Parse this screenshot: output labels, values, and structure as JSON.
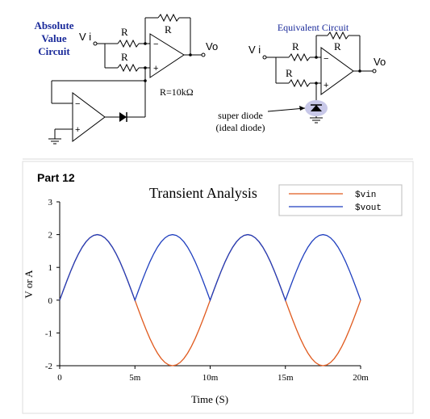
{
  "circuit": {
    "title_lines": [
      "Absolute",
      "Value",
      "Circuit"
    ],
    "equivalent_title": "Equivalent Circuit",
    "vin_label": "V i",
    "vout_label": "Vo",
    "resistor_label": "R",
    "resistance_note": "R=10kΩ",
    "opamp_minus": "−",
    "opamp_plus": "+",
    "super_diode_lines": [
      "super diode",
      "(ideal diode)"
    ]
  },
  "part_label": "Part 12",
  "colors": {
    "vin": "#e05a1e",
    "vout": "#1f3fbf",
    "circuit_title": "#1a2a9a",
    "highlight": "#c8c8e8"
  },
  "chart_data": {
    "type": "line",
    "title": "Transient Analysis",
    "xlabel": "Time (S)",
    "ylabel": "V or A",
    "xlim": [
      0,
      0.02
    ],
    "ylim": [
      -2,
      3
    ],
    "x_ticks": [
      0,
      0.005,
      0.01,
      0.015,
      0.02
    ],
    "x_tick_labels": [
      "0",
      "5m",
      "10m",
      "15m",
      "20m"
    ],
    "y_ticks": [
      -2,
      -1,
      0,
      1,
      2,
      3
    ],
    "y_tick_labels": [
      "-2",
      "-1",
      "0",
      "1",
      "2",
      "3"
    ],
    "legend_position": "top-right",
    "series": [
      {
        "name": "$vin",
        "color": "#e05a1e",
        "x": [
          0,
          0.00025,
          0.0005,
          0.00075,
          0.001,
          0.00125,
          0.0015,
          0.00175,
          0.002,
          0.00225,
          0.0025,
          0.00275,
          0.003,
          0.00325,
          0.0035,
          0.00375,
          0.004,
          0.00425,
          0.0045,
          0.00475,
          0.005,
          0.00525,
          0.0055,
          0.00575,
          0.006,
          0.00625,
          0.0065,
          0.00675,
          0.007,
          0.00725,
          0.0075,
          0.00775,
          0.008,
          0.00825,
          0.0085,
          0.00875,
          0.009,
          0.00925,
          0.0095,
          0.00975,
          0.01,
          0.01025,
          0.0105,
          0.01075,
          0.011,
          0.01125,
          0.0115,
          0.01175,
          0.012,
          0.01225,
          0.0125,
          0.01275,
          0.013,
          0.01325,
          0.0135,
          0.01375,
          0.014,
          0.01425,
          0.0145,
          0.01475,
          0.015,
          0.01525,
          0.0155,
          0.01575,
          0.016,
          0.01625,
          0.0165,
          0.01675,
          0.017,
          0.01725,
          0.0175,
          0.01775,
          0.018,
          0.01825,
          0.0185,
          0.01875,
          0.019,
          0.01925,
          0.0195,
          0.01975,
          0.02
        ],
        "y": [
          0,
          0.313,
          0.618,
          0.908,
          1.176,
          1.414,
          1.618,
          1.782,
          1.902,
          1.975,
          2,
          1.975,
          1.902,
          1.782,
          1.618,
          1.414,
          1.176,
          0.908,
          0.618,
          0.313,
          0,
          -0.313,
          -0.618,
          -0.908,
          -1.176,
          -1.414,
          -1.618,
          -1.782,
          -1.902,
          -1.975,
          -2,
          -1.975,
          -1.902,
          -1.782,
          -1.618,
          -1.414,
          -1.176,
          -0.908,
          -0.618,
          -0.313,
          0,
          0.313,
          0.618,
          0.908,
          1.176,
          1.414,
          1.618,
          1.782,
          1.902,
          1.975,
          2,
          1.975,
          1.902,
          1.782,
          1.618,
          1.414,
          1.176,
          0.908,
          0.618,
          0.313,
          0,
          -0.313,
          -0.618,
          -0.908,
          -1.176,
          -1.414,
          -1.618,
          -1.782,
          -1.902,
          -1.975,
          -2,
          -1.975,
          -1.902,
          -1.782,
          -1.618,
          -1.414,
          -1.176,
          -0.908,
          -0.618,
          -0.313,
          0
        ]
      },
      {
        "name": "$vout",
        "color": "#1f3fbf",
        "x": [
          0,
          0.00025,
          0.0005,
          0.00075,
          0.001,
          0.00125,
          0.0015,
          0.00175,
          0.002,
          0.00225,
          0.0025,
          0.00275,
          0.003,
          0.00325,
          0.0035,
          0.00375,
          0.004,
          0.00425,
          0.0045,
          0.00475,
          0.005,
          0.00525,
          0.0055,
          0.00575,
          0.006,
          0.00625,
          0.0065,
          0.00675,
          0.007,
          0.00725,
          0.0075,
          0.00775,
          0.008,
          0.00825,
          0.0085,
          0.00875,
          0.009,
          0.00925,
          0.0095,
          0.00975,
          0.01,
          0.01025,
          0.0105,
          0.01075,
          0.011,
          0.01125,
          0.0115,
          0.01175,
          0.012,
          0.01225,
          0.0125,
          0.01275,
          0.013,
          0.01325,
          0.0135,
          0.01375,
          0.014,
          0.01425,
          0.0145,
          0.01475,
          0.015,
          0.01525,
          0.0155,
          0.01575,
          0.016,
          0.01625,
          0.0165,
          0.01675,
          0.017,
          0.01725,
          0.0175,
          0.01775,
          0.018,
          0.01825,
          0.0185,
          0.01875,
          0.019,
          0.01925,
          0.0195,
          0.01975,
          0.02
        ],
        "y": [
          0,
          0.313,
          0.618,
          0.908,
          1.176,
          1.414,
          1.618,
          1.782,
          1.902,
          1.975,
          2,
          1.975,
          1.902,
          1.782,
          1.618,
          1.414,
          1.176,
          0.908,
          0.618,
          0.313,
          0,
          0.313,
          0.618,
          0.908,
          1.176,
          1.414,
          1.618,
          1.782,
          1.902,
          1.975,
          2,
          1.975,
          1.902,
          1.782,
          1.618,
          1.414,
          1.176,
          0.908,
          0.618,
          0.313,
          0,
          0.313,
          0.618,
          0.908,
          1.176,
          1.414,
          1.618,
          1.782,
          1.902,
          1.975,
          2,
          1.975,
          1.902,
          1.782,
          1.618,
          1.414,
          1.176,
          0.908,
          0.618,
          0.313,
          0,
          0.313,
          0.618,
          0.908,
          1.176,
          1.414,
          1.618,
          1.782,
          1.902,
          1.975,
          2,
          1.975,
          1.902,
          1.782,
          1.618,
          1.414,
          1.176,
          0.908,
          0.618,
          0.313,
          0
        ]
      }
    ]
  }
}
